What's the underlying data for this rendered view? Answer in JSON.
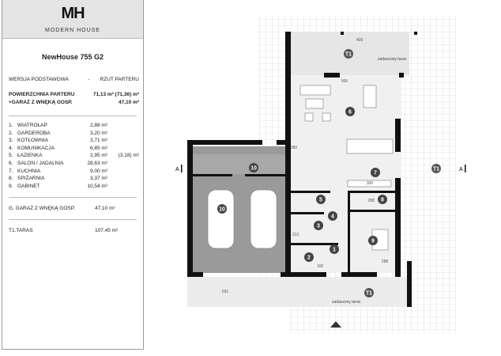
{
  "header": {
    "logo": "MH",
    "brand": "MODERN HOUSE"
  },
  "project": {
    "title": "NewHouse 755 G2"
  },
  "version": {
    "left": "WERSJA  PODSTAWOWA",
    "dash": "-",
    "right": "RZUT PARTERU"
  },
  "summary": [
    {
      "label": "POWIERZCHNIA PARTERU",
      "value": "71,13 m²  (71,36) m²"
    },
    {
      "label": "+GARAŻ Z WNĘKĄ  GOSP.",
      "value": "47,10 m²"
    }
  ],
  "rooms": [
    {
      "no": "1.",
      "name": "WIATROŁAP",
      "area": "2,88 m²",
      "alt": ""
    },
    {
      "no": "2.",
      "name": "GARDEROBA",
      "area": "3,20 m²",
      "alt": ""
    },
    {
      "no": "3.",
      "name": "KOTŁOWNIA",
      "area": "3,71 m²",
      "alt": ""
    },
    {
      "no": "4.",
      "name": "KOMUNIKACJA",
      "area": "6,85 m²",
      "alt": ""
    },
    {
      "no": "5.",
      "name": "ŁAZIENKA",
      "area": "2,95 m²",
      "alt": "(3,18) m²"
    },
    {
      "no": "6.",
      "name": "SALON / JADALNIA",
      "area": "28,63 m²",
      "alt": ""
    },
    {
      "no": "7.",
      "name": "KUCHNIA",
      "area": "9,00 m²",
      "alt": ""
    },
    {
      "no": "8.",
      "name": "SPIŻARNIA",
      "area": "3,37 m²",
      "alt": ""
    },
    {
      "no": "9.",
      "name": "GABINET",
      "area": "10,54 m²",
      "alt": ""
    }
  ],
  "garage": {
    "label": "G.  GARAŻ Z WNĘKĄ GOSP.",
    "area": "47,10 m²"
  },
  "terrace": {
    "label": "T1.TARAS",
    "area": "107,45 m²"
  },
  "plan": {
    "room_markers": [
      "1",
      "2",
      "3",
      "4",
      "5",
      "6",
      "7",
      "8",
      "9",
      "10",
      "10"
    ],
    "terrace_markers": [
      "T1",
      "T1",
      "T1"
    ],
    "covered_terrace": "zadaszony taras",
    "section_marker": "A",
    "dimensions": [
      "409",
      "500",
      "280",
      "300",
      "691",
      "213",
      "160",
      "288",
      "288"
    ]
  }
}
